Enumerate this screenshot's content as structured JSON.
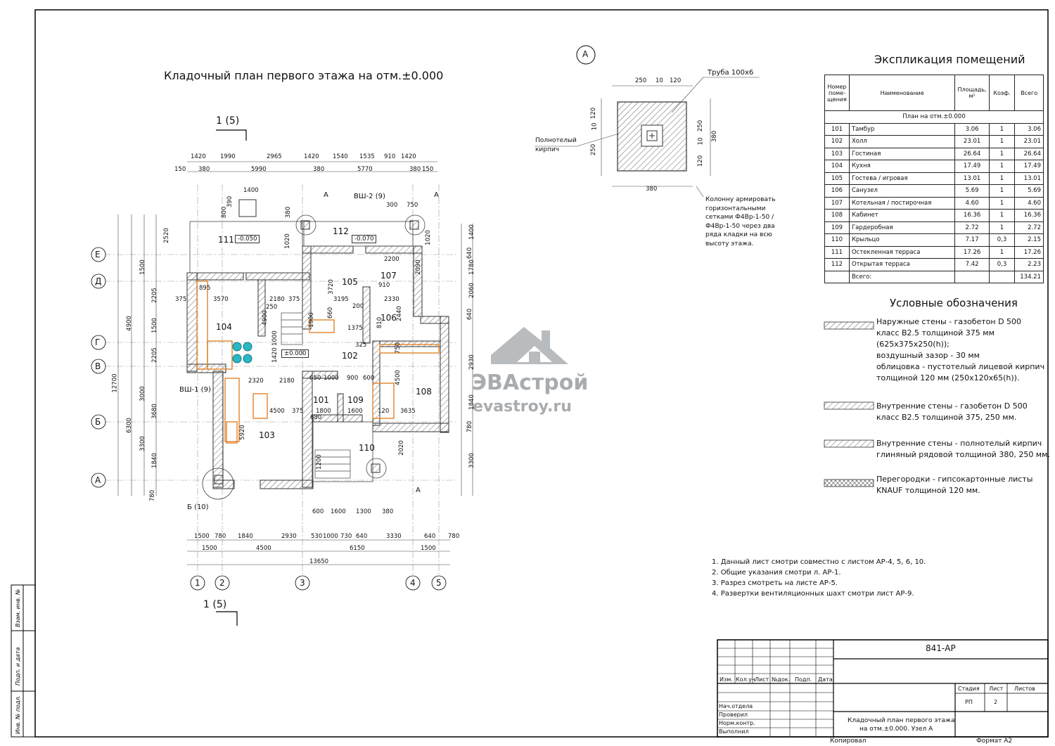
{
  "drawing": {
    "title": "Кладочный план первого этажа на отм.±0.000",
    "section_mark_top": "1 (5)",
    "section_mark_bottom": "1 (5)",
    "node_a_label": "А",
    "axes_letters": [
      "Е",
      "Д",
      "Г",
      "В",
      "Б",
      "А"
    ],
    "axes_numbers": [
      "1",
      "2",
      "3",
      "4",
      "5"
    ],
    "rooms": [
      "111",
      "112",
      "105",
      "107",
      "104",
      "106",
      "102",
      "108",
      "101",
      "109",
      "103",
      "110"
    ],
    "levels": [
      "-0.050",
      "-0.070",
      "±0.000"
    ],
    "callouts": [
      "ВШ-2 (9)",
      "ВШ-1 (9)",
      "Б (10)",
      "А",
      "А",
      "А"
    ],
    "top_dims_row1": [
      "1420",
      "1990",
      "2965",
      "1420",
      "1540",
      "1535",
      "910",
      "1420"
    ],
    "top_dims_row2": [
      "150",
      "380",
      "5990",
      "380",
      "5770",
      "380",
      "150"
    ],
    "bottom_dims_row1": [
      "1500",
      "780",
      "1840",
      "2930",
      "530",
      "1000",
      "730",
      "640",
      "3330",
      "640",
      "780"
    ],
    "bottom_dims_row2": [
      "1500",
      "4500",
      "6150",
      "1500"
    ],
    "bottom_total": "13650",
    "left_total": "12700",
    "left_dims": [
      "1500",
      "2205",
      "1500",
      "2205",
      "3000",
      "3300",
      "1840",
      "780"
    ],
    "left_dims2": [
      "4900",
      "6300",
      "3680"
    ],
    "right_dims": [
      "1400",
      "640",
      "1780",
      "2060",
      "640",
      "2930",
      "1840",
      "780",
      "3300"
    ],
    "inner_dims": [
      "895",
      "3570",
      "375",
      "2180",
      "375",
      "3720",
      "3195",
      "200",
      "910",
      "2330",
      "2440",
      "2200",
      "2090",
      "660",
      "1375",
      "325",
      "810",
      "750",
      "1900",
      "1420",
      "1000",
      "4900",
      "250",
      "650",
      "1000",
      "900",
      "600",
      "2320",
      "2180",
      "4500",
      "375",
      "5920",
      "1800",
      "1600",
      "3635",
      "4500",
      "120",
      "680",
      "1200",
      "2020",
      "600",
      "1600",
      "1300",
      "380",
      "1400",
      "380",
      "300",
      "750",
      "1020",
      "1020",
      "800",
      "390",
      "2520"
    ]
  },
  "node": {
    "pipe_label": "Труба",
    "pipe_size": "100х6",
    "brick_label_1": "Полнотелый",
    "brick_label_2": "кирпич",
    "dims_top": [
      "250",
      "10",
      "120"
    ],
    "dims_left": [
      "120",
      "10",
      "250"
    ],
    "dims_right": [
      "250",
      "10",
      "120",
      "380"
    ],
    "dim_bottom": "380",
    "note_lines": [
      "Колонну армировать",
      "горизонтальными",
      "сетками Ф4Вр-1-50 /",
      "Ф4Вр-1-50 через два",
      "ряда кладки на всю",
      "высоту этажа."
    ]
  },
  "explication": {
    "title": "Экспликация помещений",
    "headers": [
      "Номер поме- щения",
      "Наименование",
      "Площадь, м²",
      "Коэф.",
      "Всего"
    ],
    "subheader": "План на отм.±0.000",
    "rows": [
      [
        "101",
        "Тамбур",
        "3.06",
        "1",
        "3.06"
      ],
      [
        "102",
        "Холл",
        "23.01",
        "1",
        "23.01"
      ],
      [
        "103",
        "Гостиная",
        "26.64",
        "1",
        "26.64"
      ],
      [
        "104",
        "Кухня",
        "17.49",
        "1",
        "17.49"
      ],
      [
        "105",
        "Гостева / игровая",
        "13.01",
        "1",
        "13.01"
      ],
      [
        "106",
        "Санузел",
        "5.69",
        "1",
        "5.69"
      ],
      [
        "107",
        "Котельная / постирочная",
        "4.60",
        "1",
        "4.60"
      ],
      [
        "108",
        "Кабинет",
        "16.36",
        "1",
        "16.36"
      ],
      [
        "109",
        "Гардеробная",
        "2.72",
        "1",
        "2.72"
      ],
      [
        "110",
        "Крыльцо",
        "7.17",
        "0,3",
        "2.15"
      ],
      [
        "111",
        "Остекленная терраса",
        "17.26",
        "1",
        "17.26"
      ],
      [
        "112",
        "Открытая терраса",
        "7.42",
        "0,3",
        "2.23"
      ]
    ],
    "total_label": "Всего:",
    "total_value": "134.21"
  },
  "legend": {
    "title": "Условные обозначения",
    "items": [
      [
        "Наружные стены - газобетон D 500",
        "класс В2.5 толщиной 375 мм",
        "(625х375х250(h));",
        "воздушный зазор - 30 мм",
        "облицовка - пустотелый лицевой кирпич",
        "толщиной 120 мм (250х120х65(h))."
      ],
      [
        "Внутренние стены - газобетон D 500",
        "класс В2.5 толщиной 375, 250 мм."
      ],
      [
        "Внутренние стены - полнотелый кирпич",
        "глиняный рядовой толщиной 380, 250 мм."
      ],
      [
        "Перегородки - гипсокартонные листы",
        "KNAUF толщиной 120 мм."
      ]
    ]
  },
  "notes": [
    "1. Данный лист смотри совместно с листом АР-4, 5, 6, 10.",
    "2. Общие указания смотри л. АР-1.",
    "3. Разрез смотреть на листе АР-5.",
    "4. Развертки вентиляционных шахт смотри лист АР-9."
  ],
  "watermark": {
    "name": "ЭВАстрой",
    "url": "evastroy.ru"
  },
  "stamp": {
    "code": "841-АР",
    "cols": [
      "Изм.",
      "Кол.уч",
      "Лист",
      "№док.",
      "Подп.",
      "Дата"
    ],
    "roles": [
      "Нач.отдела",
      "Проверил",
      "Норм.контр.",
      "Выполнил"
    ],
    "stage_headers": [
      "Стадия",
      "Лист",
      "Листов"
    ],
    "stage_values": [
      "РП",
      "2",
      ""
    ],
    "sheet_title_1": "Кладочный план первого этажа",
    "sheet_title_2": "на отм.±0.000. Узел А",
    "copied": "Копировал",
    "format": "Формат А2"
  },
  "side_strip": [
    "Взам. инв. №",
    "Подп. и дата",
    "Инв. № подл."
  ]
}
